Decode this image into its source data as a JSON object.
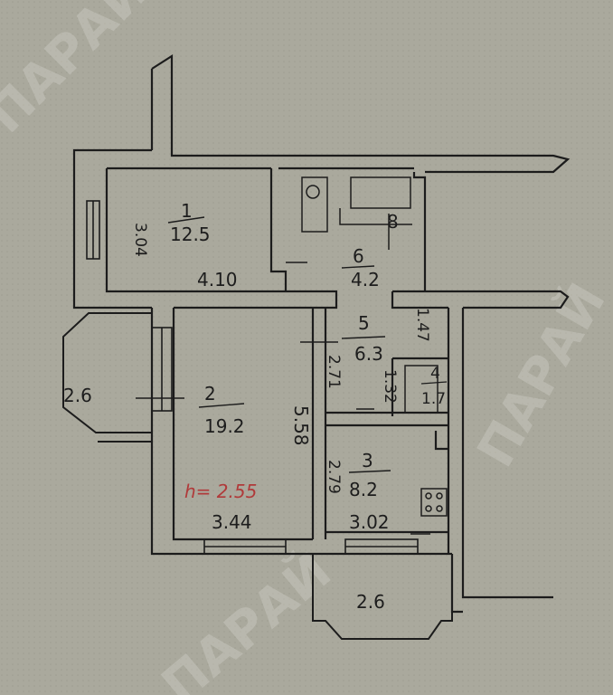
{
  "rooms": [
    {
      "number": "1",
      "area": "12.5"
    },
    {
      "number": "2",
      "area": "19.2"
    },
    {
      "number": "3",
      "area": "8.2"
    },
    {
      "number": "4",
      "area": "1.7"
    },
    {
      "number": "5",
      "area": "6.3"
    },
    {
      "number": "6",
      "area": "4.2"
    }
  ],
  "balconies": [
    {
      "area": "2.6"
    },
    {
      "area": "2.6"
    }
  ],
  "dimensions": {
    "room1_height": "3.04",
    "room1_width": "4.10",
    "room2_length": "5.58",
    "room2_width": "3.44",
    "room3_length": "2.79",
    "room3_width": "3.02",
    "room5_dim": "2.71",
    "room4_dim": "1.32",
    "corridor_dim": "1.47",
    "ceiling": "h= 2.55",
    "fixture_number": "8"
  },
  "watermark": "ПАРАЙ"
}
